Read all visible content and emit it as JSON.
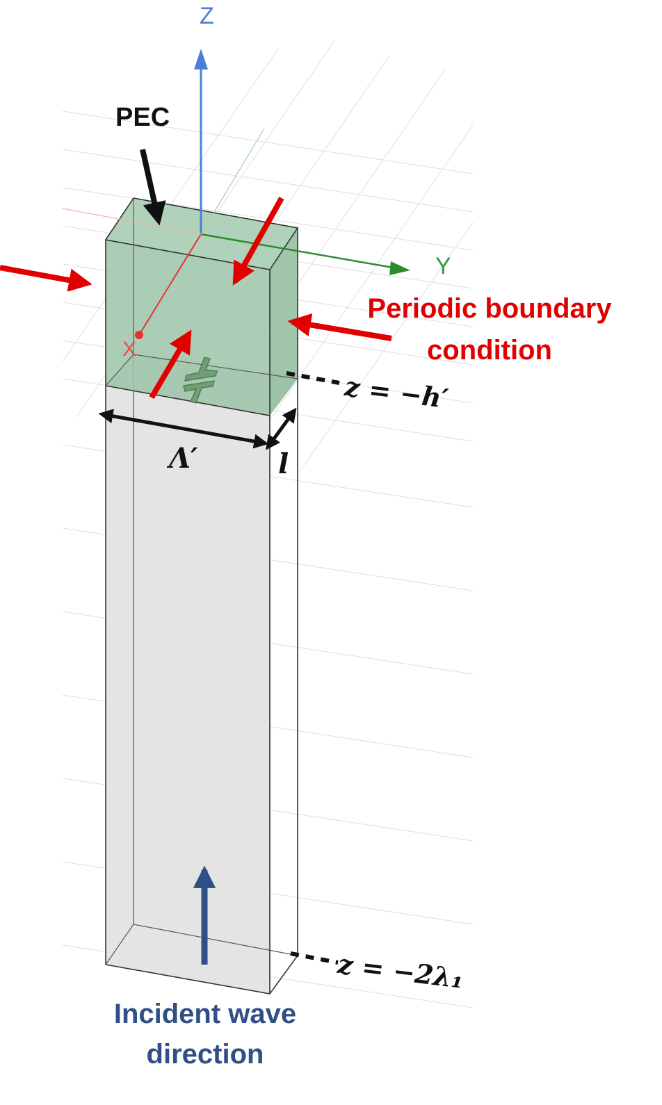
{
  "axes": {
    "z": "Z",
    "y": "Y",
    "x": "X"
  },
  "labels": {
    "pec": "PEC",
    "periodic": "Periodic boundary condition",
    "incident": "Incident wave direction",
    "z_top": "z = −h′",
    "z_bottom": "z = −2λ₁",
    "lambda_prime": "Λ′",
    "l": "l"
  },
  "colors": {
    "periodic_arrows": "#e00000",
    "incident_arrow": "#2f4f86",
    "top_block_fill": "#9ec4a8",
    "box_fill": "#e4e4e4",
    "axis_z": "#4a7fd6",
    "axis_y": "#2e8b2e",
    "axis_x": "#e83030"
  },
  "icons": {
    "unit_cell": "capacitor-shaped-resonator-icon"
  }
}
